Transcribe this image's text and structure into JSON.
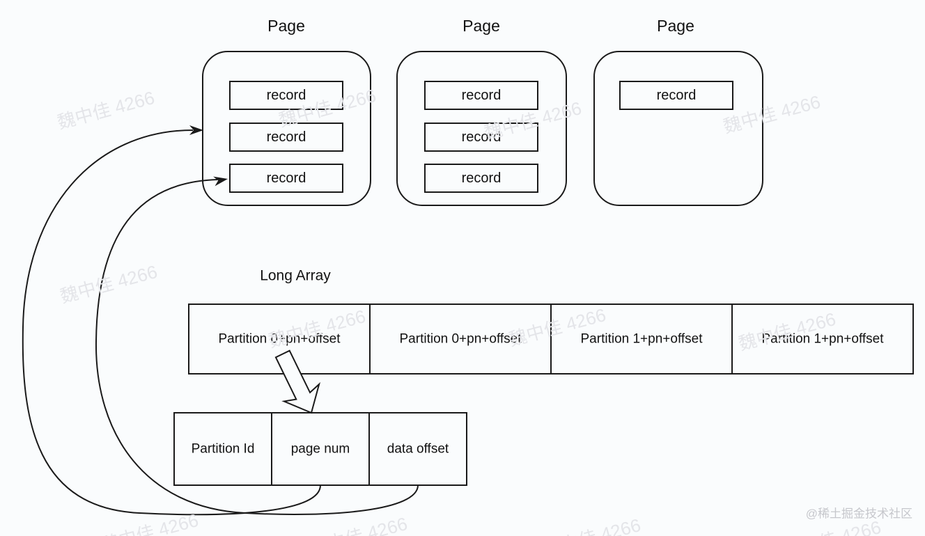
{
  "diagram": {
    "pages": [
      {
        "title": "Page",
        "records": [
          "record",
          "record",
          "record"
        ]
      },
      {
        "title": "Page",
        "records": [
          "record",
          "record",
          "record"
        ]
      },
      {
        "title": "Page",
        "records": [
          "record"
        ]
      }
    ],
    "long_array": {
      "label": "Long Array",
      "cells": [
        "Partition 0+pn+offset",
        "Partition 0+pn+offset",
        "Partition 1+pn+offset",
        "Partition 1+pn+offset"
      ]
    },
    "entry_detail": {
      "cells": [
        "Partition Id",
        "page num",
        "data offset"
      ]
    },
    "colors": {
      "stroke": "#1a1a1a",
      "background": "#fafcfd",
      "watermark": "#e4e5e9",
      "credit_text": "#c6c7cc"
    }
  },
  "watermark": {
    "text": "魏中佳 4266"
  },
  "credit": {
    "text": "@稀土掘金技术社区"
  }
}
